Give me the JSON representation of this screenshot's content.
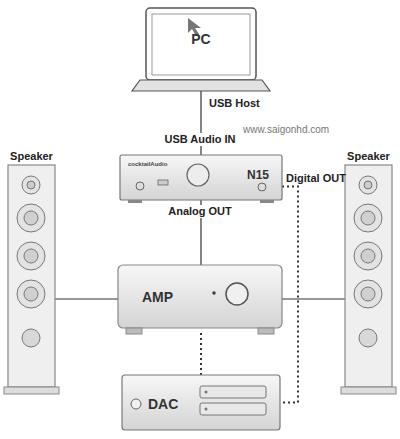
{
  "diagram": {
    "nodes": [
      {
        "text": [
          "PC"
        ]
      },
      {
        "text": [
          "cocktailAudio",
          "N15"
        ]
      },
      {
        "text": [
          "Speaker"
        ]
      },
      {
        "text": [
          "Speaker"
        ]
      },
      {
        "text": [
          "AMP"
        ]
      },
      {
        "text": [
          "DAC"
        ]
      }
    ],
    "edges": [
      {
        "from": 0,
        "to": 1,
        "arrow": "none",
        "label": "USB Host"
      },
      {
        "from": 1,
        "to": 4,
        "arrow": "none"
      },
      {
        "from": 4,
        "to": 2,
        "arrow": "none"
      },
      {
        "from": 4,
        "to": 3,
        "arrow": "none"
      },
      {
        "from": 4,
        "to": 5,
        "arrow": "none"
      },
      {
        "from": 1,
        "to": 5,
        "arrow": "none"
      }
    ],
    "labels": [
      "www.saigonhd.com",
      "USB Audio IN",
      "Analog OUT",
      "Digital OUT"
    ]
  }
}
